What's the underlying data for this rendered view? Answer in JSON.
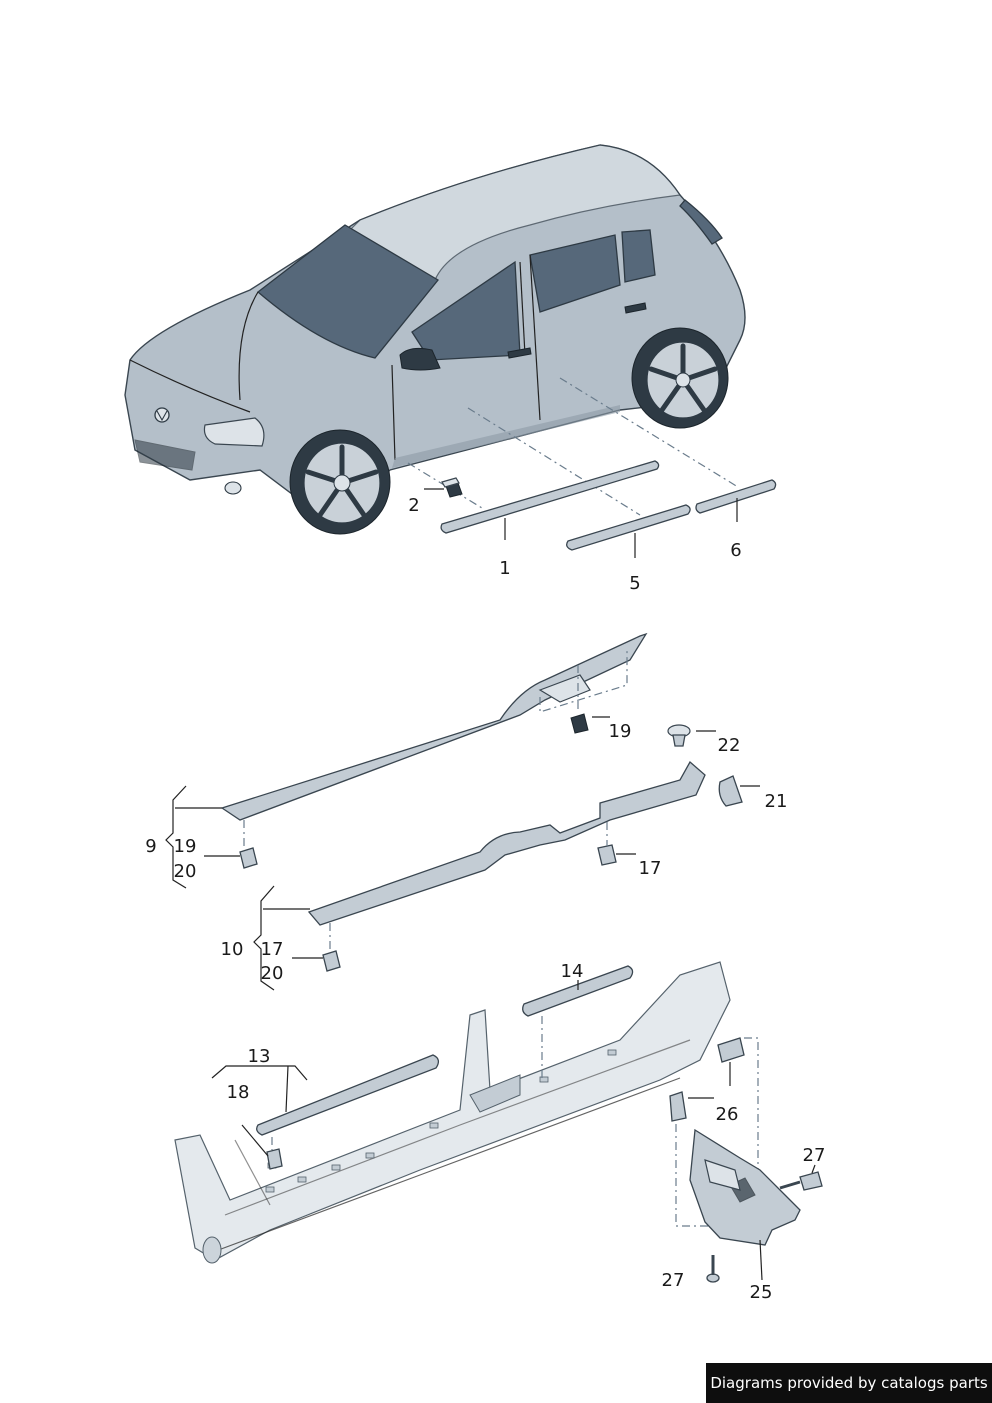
{
  "callouts": {
    "c1": "1",
    "c2": "2",
    "c5": "5",
    "c6": "6",
    "c19a": "19",
    "c22": "22",
    "c21": "21",
    "c9": "9",
    "c19b": "19",
    "c20a": "20",
    "c17a": "17",
    "c10": "10",
    "c17b": "17",
    "c20b": "20",
    "c14": "14",
    "c13": "13",
    "c18": "18",
    "c26": "26",
    "c27a": "27",
    "c27b": "27",
    "c25": "25"
  },
  "footer": {
    "credit": "Diagrams provided by catalogs parts"
  },
  "colors": {
    "line": "#222222",
    "part": "#c3ccd4",
    "glass": "#56687a",
    "banner": "#0e0e0e"
  }
}
